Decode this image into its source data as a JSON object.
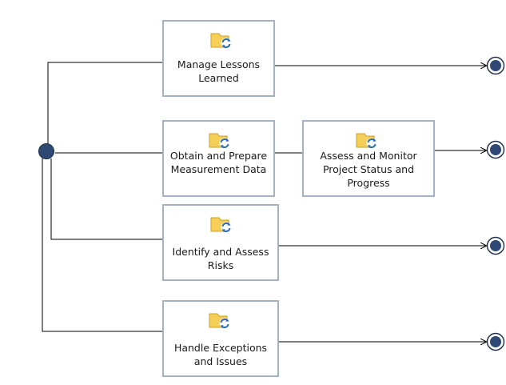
{
  "activities": [
    {
      "id": "a1",
      "label": "Manage Lessons Learned",
      "icon": "activity-process-icon"
    },
    {
      "id": "a2",
      "label": "Obtain and Prepare Measurement Data",
      "icon": "activity-process-icon"
    },
    {
      "id": "a3",
      "label": "Assess and Monitor Project Status and Progress",
      "icon": "activity-process-icon"
    },
    {
      "id": "a4",
      "label": "Identify and Assess Risks",
      "icon": "activity-process-icon"
    },
    {
      "id": "a5",
      "label": "Handle Exceptions and Issues",
      "icon": "activity-process-icon"
    }
  ],
  "nodes": {
    "start": "initial-node",
    "finals": [
      "final-node",
      "final-node",
      "final-node",
      "final-node"
    ]
  },
  "colors": {
    "node_fill": "#2e4a74",
    "node_stroke": "#1a2b45",
    "box_border": "#a3b2c4",
    "edge": "#000000",
    "icon_folder": "#f6cf58",
    "icon_arrows": "#2c6cb5"
  }
}
